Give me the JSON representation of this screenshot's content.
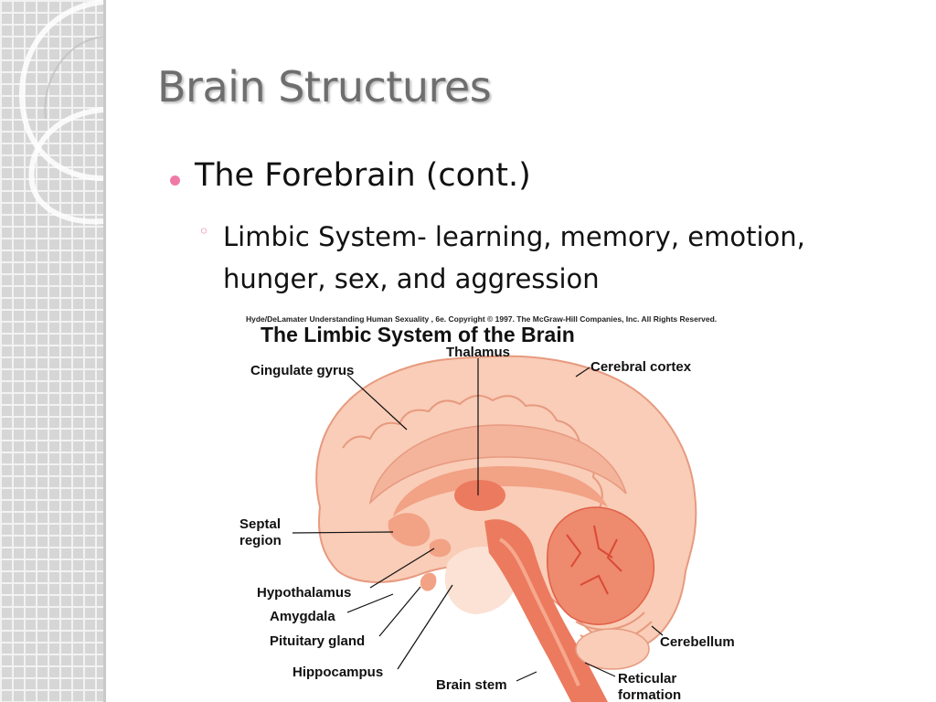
{
  "slide": {
    "title": "Brain Structures",
    "bullet": "The Forebrain (cont.)",
    "sub_bullet": "Limbic System- learning, memory, emotion, hunger, sex, and aggression"
  },
  "figure": {
    "credit": "Hyde/DeLamater  Understanding Human Sexuality , 6e.  Copyright © 1997. The McGraw-Hill Companies, Inc. All Rights Reserved.",
    "title": "The Limbic System of the Brain",
    "labels": {
      "thalamus": "Thalamus",
      "cingulate_gyrus": "Cingulate gyrus",
      "cerebral_cortex": "Cerebral cortex",
      "septal_1": "Septal",
      "septal_2": "region",
      "hypothalamus": "Hypothalamus",
      "amygdala": "Amygdala",
      "pituitary": "Pituitary gland",
      "hippocampus": "Hippocampus",
      "brain_stem": "Brain stem",
      "cerebellum": "Cerebellum",
      "reticular_1": "Reticular",
      "reticular_2": "formation"
    }
  },
  "colors": {
    "title": "#6e6e6e",
    "bullet_accent": "#f07aa6",
    "brain_light": "#f9cdb8",
    "brain_mid": "#f2a285",
    "brain_dark": "#e8614a"
  }
}
